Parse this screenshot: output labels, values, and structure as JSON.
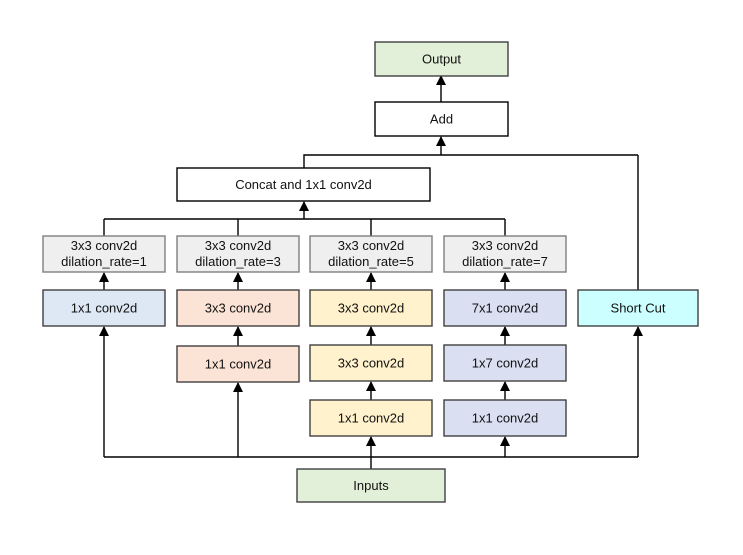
{
  "colors": {
    "green": "#e2f0d9",
    "white": "#ffffff",
    "gray": "#efefef",
    "blue": "#dde8f4",
    "peach": "#fbe4d5",
    "yellow": "#fff2cc",
    "lavender": "#dadff2",
    "cyan": "#ccffff",
    "stroke_dark": "#404040",
    "stroke_mid": "#7f7f7f"
  },
  "nodes": {
    "output": {
      "label": "Output"
    },
    "add": {
      "label": "Add"
    },
    "concat": {
      "label": "Concat and 1x1 conv2d"
    },
    "dil1": {
      "line1": "3x3 conv2d",
      "line2": "dilation_rate=1"
    },
    "dil3": {
      "line1": "3x3 conv2d",
      "line2": "dilation_rate=3"
    },
    "dil5": {
      "line1": "3x3 conv2d",
      "line2": "dilation_rate=5"
    },
    "dil7": {
      "line1": "3x3 conv2d",
      "line2": "dilation_rate=7"
    },
    "b1_conv": {
      "label": "1x1 conv2d"
    },
    "b2_top": {
      "label": "3x3 conv2d"
    },
    "b2_bottom": {
      "label": "1x1 conv2d"
    },
    "b3_top": {
      "label": "3x3 conv2d"
    },
    "b3_mid": {
      "label": "3x3 conv2d"
    },
    "b3_bottom": {
      "label": "1x1 conv2d"
    },
    "b4_top": {
      "label": "7x1 conv2d"
    },
    "b4_mid": {
      "label": "1x7 conv2d"
    },
    "b4_bottom": {
      "label": "1x1 conv2d"
    },
    "shortcut": {
      "label": "Short Cut"
    },
    "inputs": {
      "label": "Inputs"
    }
  }
}
